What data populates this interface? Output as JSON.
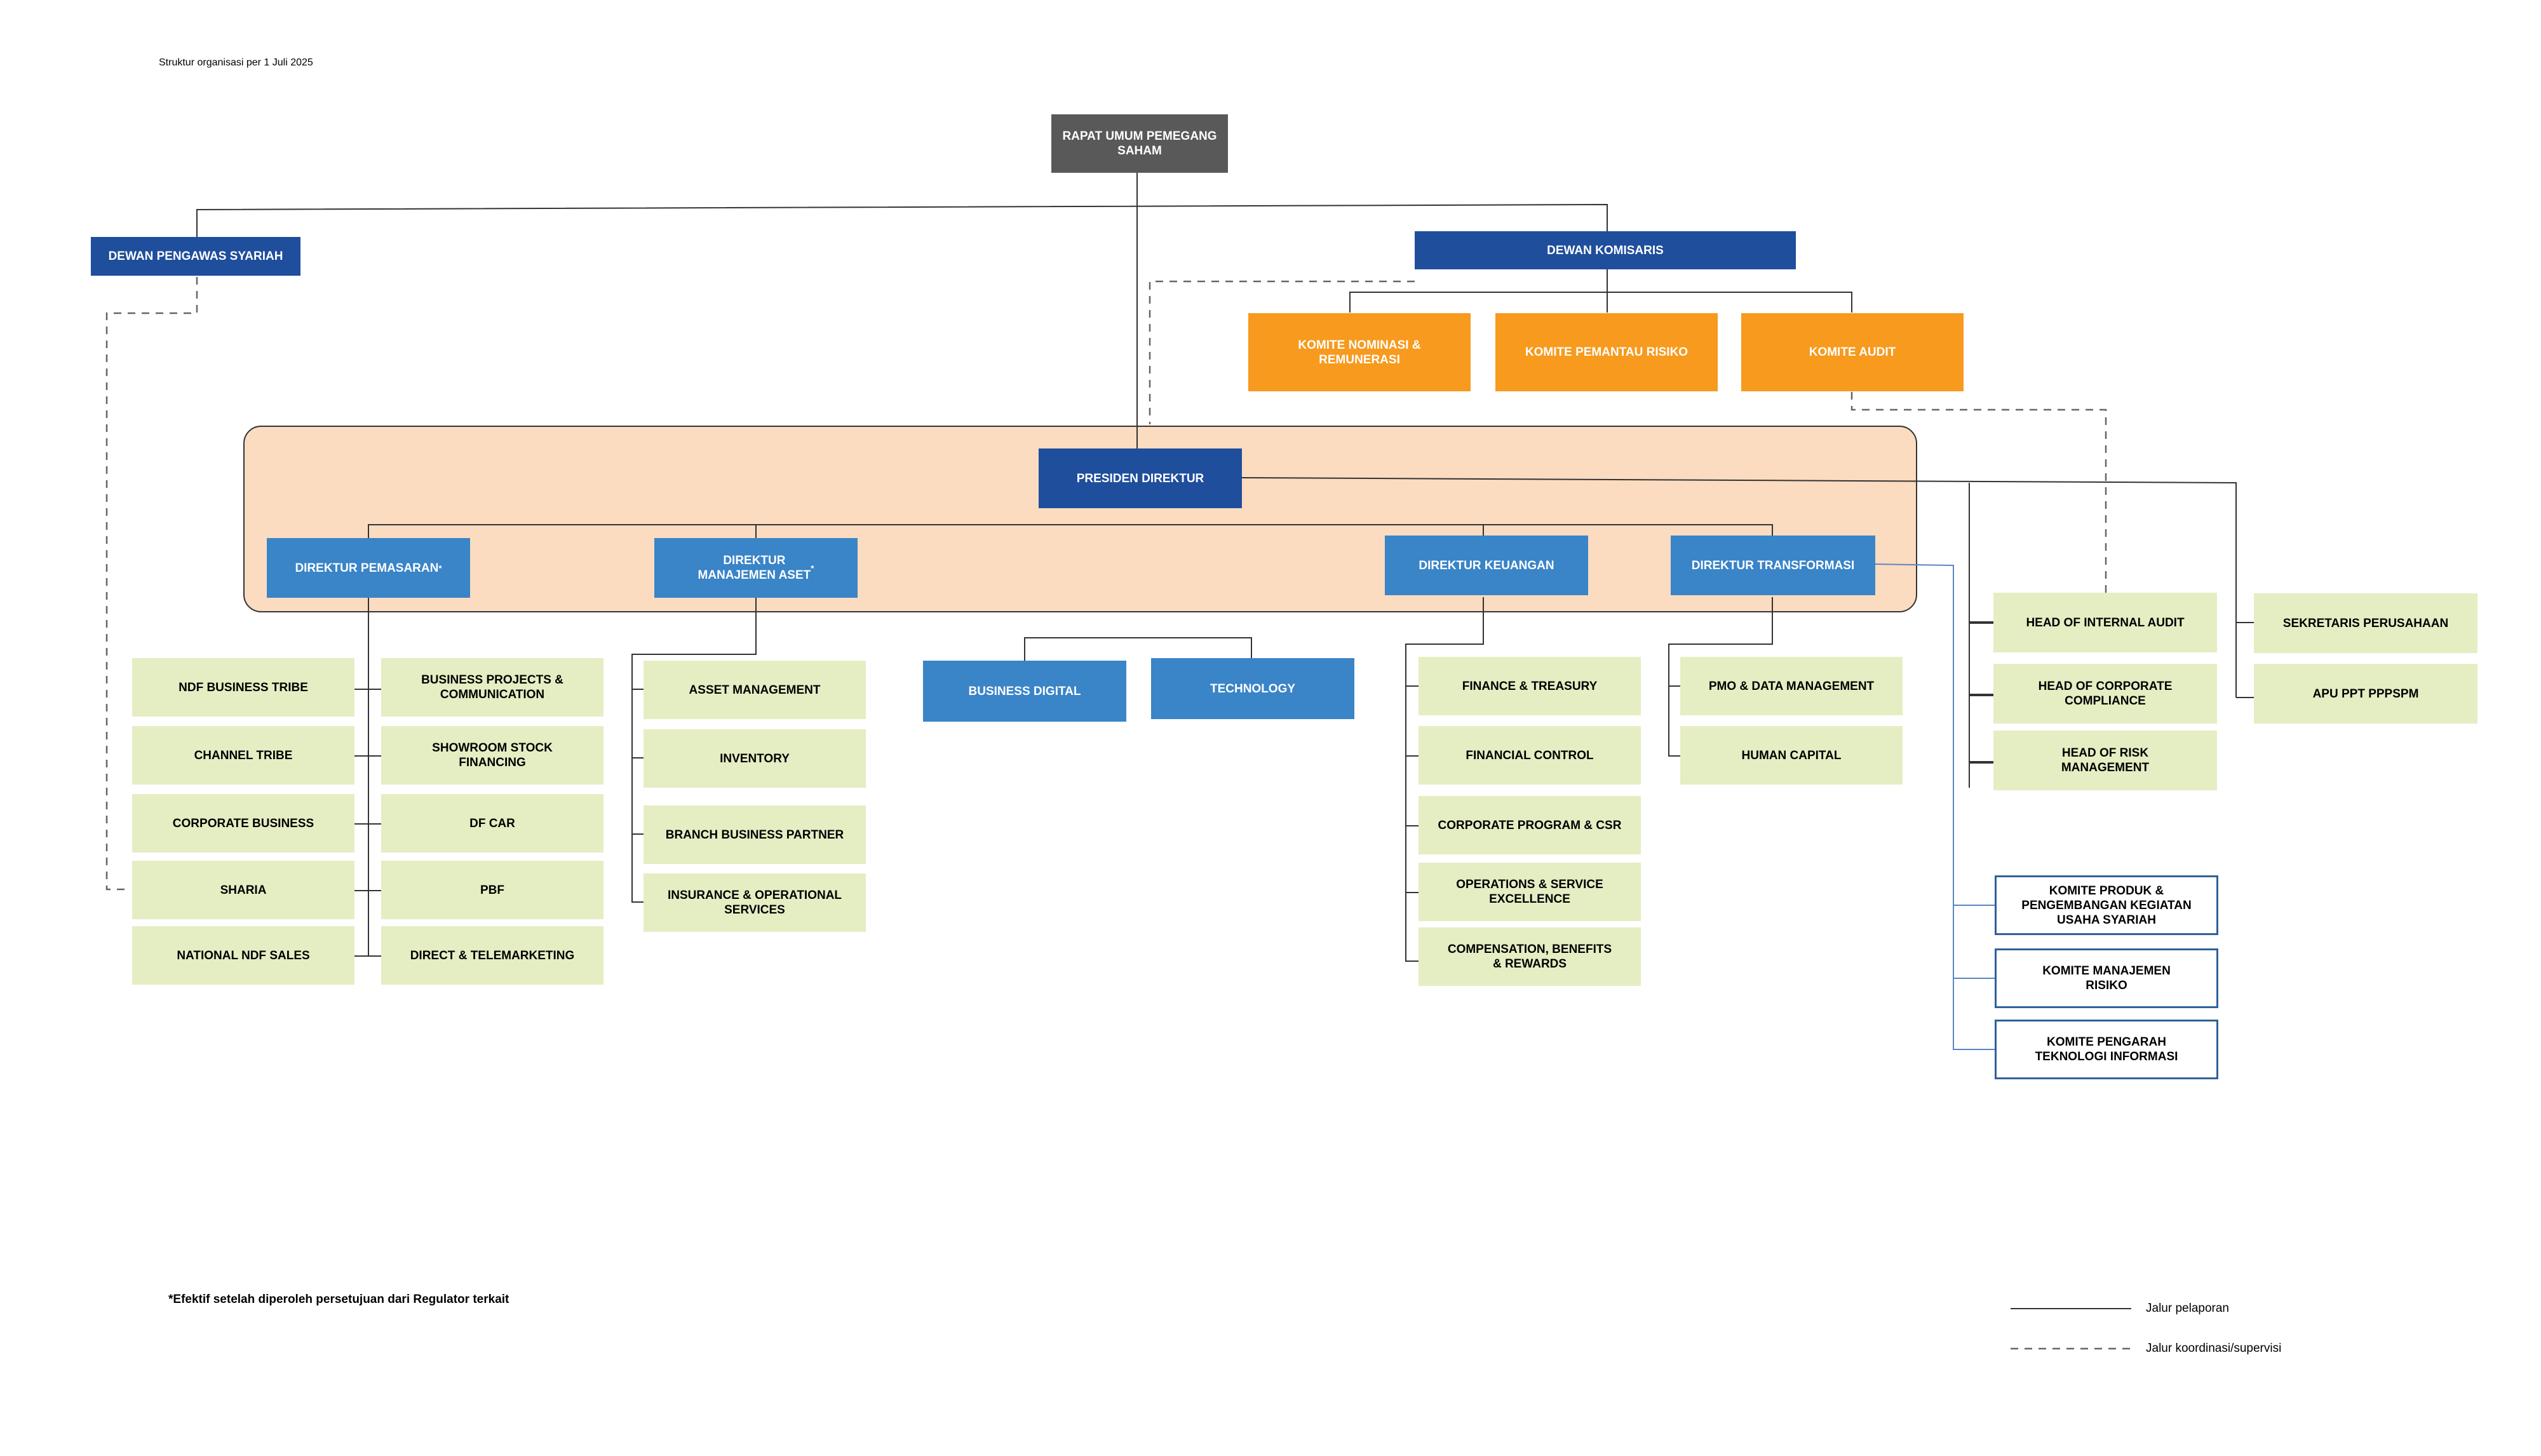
{
  "header": {
    "date_note": "Struktur organisasi per 1 Juli 2025"
  },
  "footnote": "*Efektif setelah diperoleh persetujuan dari Regulator terkait",
  "legend": {
    "reporting_line": "Jalur pelaporan",
    "coordination_line": "Jalur koordinasi/supervisi"
  },
  "colors": {
    "shareholders": "#595959",
    "boards": "#1f4e9c",
    "committees": "#f79a1e",
    "directors": "#3a84c8",
    "units": "#e5edc3",
    "panel": "#fbdcc0",
    "outline": "#2e6199"
  },
  "top": {
    "shareholders": "RAPAT UMUM PEMEGANG\nSAHAM",
    "sharia_board": "DEWAN PENGAWAS SYARIAH",
    "board_of_commissioners": "DEWAN KOMISARIS"
  },
  "committees": {
    "nomination": "KOMITE NOMINASI &\nREMUNERASI",
    "risk_monitoring": "KOMITE PEMANTAU RISIKO",
    "audit": "KOMITE AUDIT"
  },
  "directors": {
    "president": "PRESIDEN DIREKTUR",
    "marketing": "DIREKTUR PEMASARAN",
    "marketing_mark": "*",
    "asset_mgmt": "DIREKTUR\nMANAJEMEN ASET",
    "asset_mgmt_mark": "*",
    "finance": "DIREKTUR KEUANGAN",
    "transformation": "DIREKTUR TRANSFORMASI"
  },
  "marketing_units_left": [
    "NDF BUSINESS TRIBE",
    "CHANNEL TRIBE",
    "CORPORATE BUSINESS",
    "SHARIA",
    "NATIONAL NDF SALES"
  ],
  "marketing_units_right": [
    "BUSINESS PROJECTS &\nCOMMUNICATION",
    "SHOWROOM STOCK\nFINANCING",
    "DF CAR",
    "PBF",
    "DIRECT & TELEMARKETING"
  ],
  "asset_units": [
    "ASSET MANAGEMENT",
    "INVENTORY",
    "BRANCH BUSINESS PARTNER",
    "INSURANCE & OPERATIONAL\nSERVICES"
  ],
  "president_units": [
    "BUSINESS DIGITAL",
    "TECHNOLOGY"
  ],
  "finance_units": [
    "FINANCE & TREASURY",
    "FINANCIAL CONTROL",
    "CORPORATE PROGRAM & CSR",
    "OPERATIONS & SERVICE\nEXCELLENCE",
    "COMPENSATION, BENEFITS\n& REWARDS"
  ],
  "transformation_units": [
    "PMO & DATA MANAGEMENT",
    "HUMAN CAPITAL"
  ],
  "control_units": [
    "HEAD OF INTERNAL AUDIT",
    "HEAD OF CORPORATE\nCOMPLIANCE",
    "HEAD OF RISK\nMANAGEMENT"
  ],
  "secretary_units": [
    "SEKRETARIS PERUSAHAAN",
    "APU PPT PPPSPM"
  ],
  "director_committees": [
    "KOMITE PRODUK &\nPENGEMBANGAN KEGIATAN\nUSAHA SYARIAH",
    "KOMITE MANAJEMEN\nRISIKO",
    "KOMITE PENGARAH\nTEKNOLOGI INFORMASI"
  ]
}
